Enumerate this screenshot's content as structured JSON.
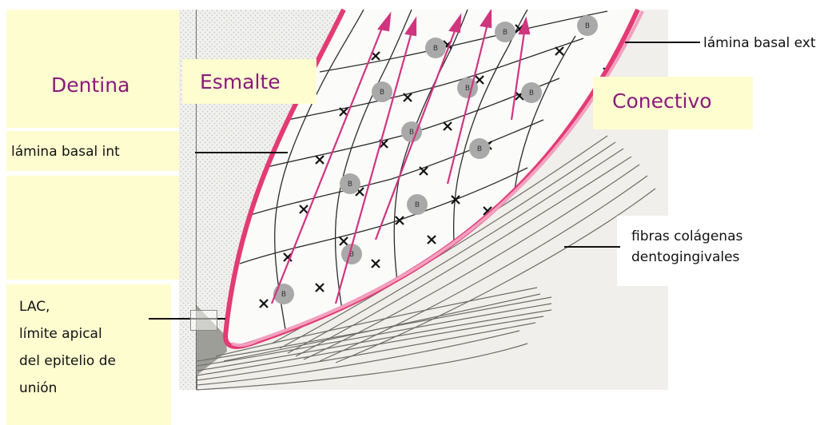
{
  "colors": {
    "title": "#8b1a7c",
    "label_bg": "#fefdd0",
    "basal_lamina": "#e33b74",
    "arrows": "#d0357f",
    "nucleus": "#a9a9a9"
  },
  "regions": {
    "dentina": "Dentina",
    "esmalte": "Esmalte",
    "conectivo": "Conectivo"
  },
  "labels": {
    "lamina_basal_ext": "lámina basal ext",
    "lamina_basal_int": "lámina basal int",
    "fibras_line1": "fibras colágenas",
    "fibras_line2": "dentogingivales",
    "lac_line1": "LAC,",
    "lac_line2": "límite apical",
    "lac_line3": "del epitelio de",
    "lac_line4": "unión"
  },
  "cells": {
    "nucleus_letter": "B"
  }
}
